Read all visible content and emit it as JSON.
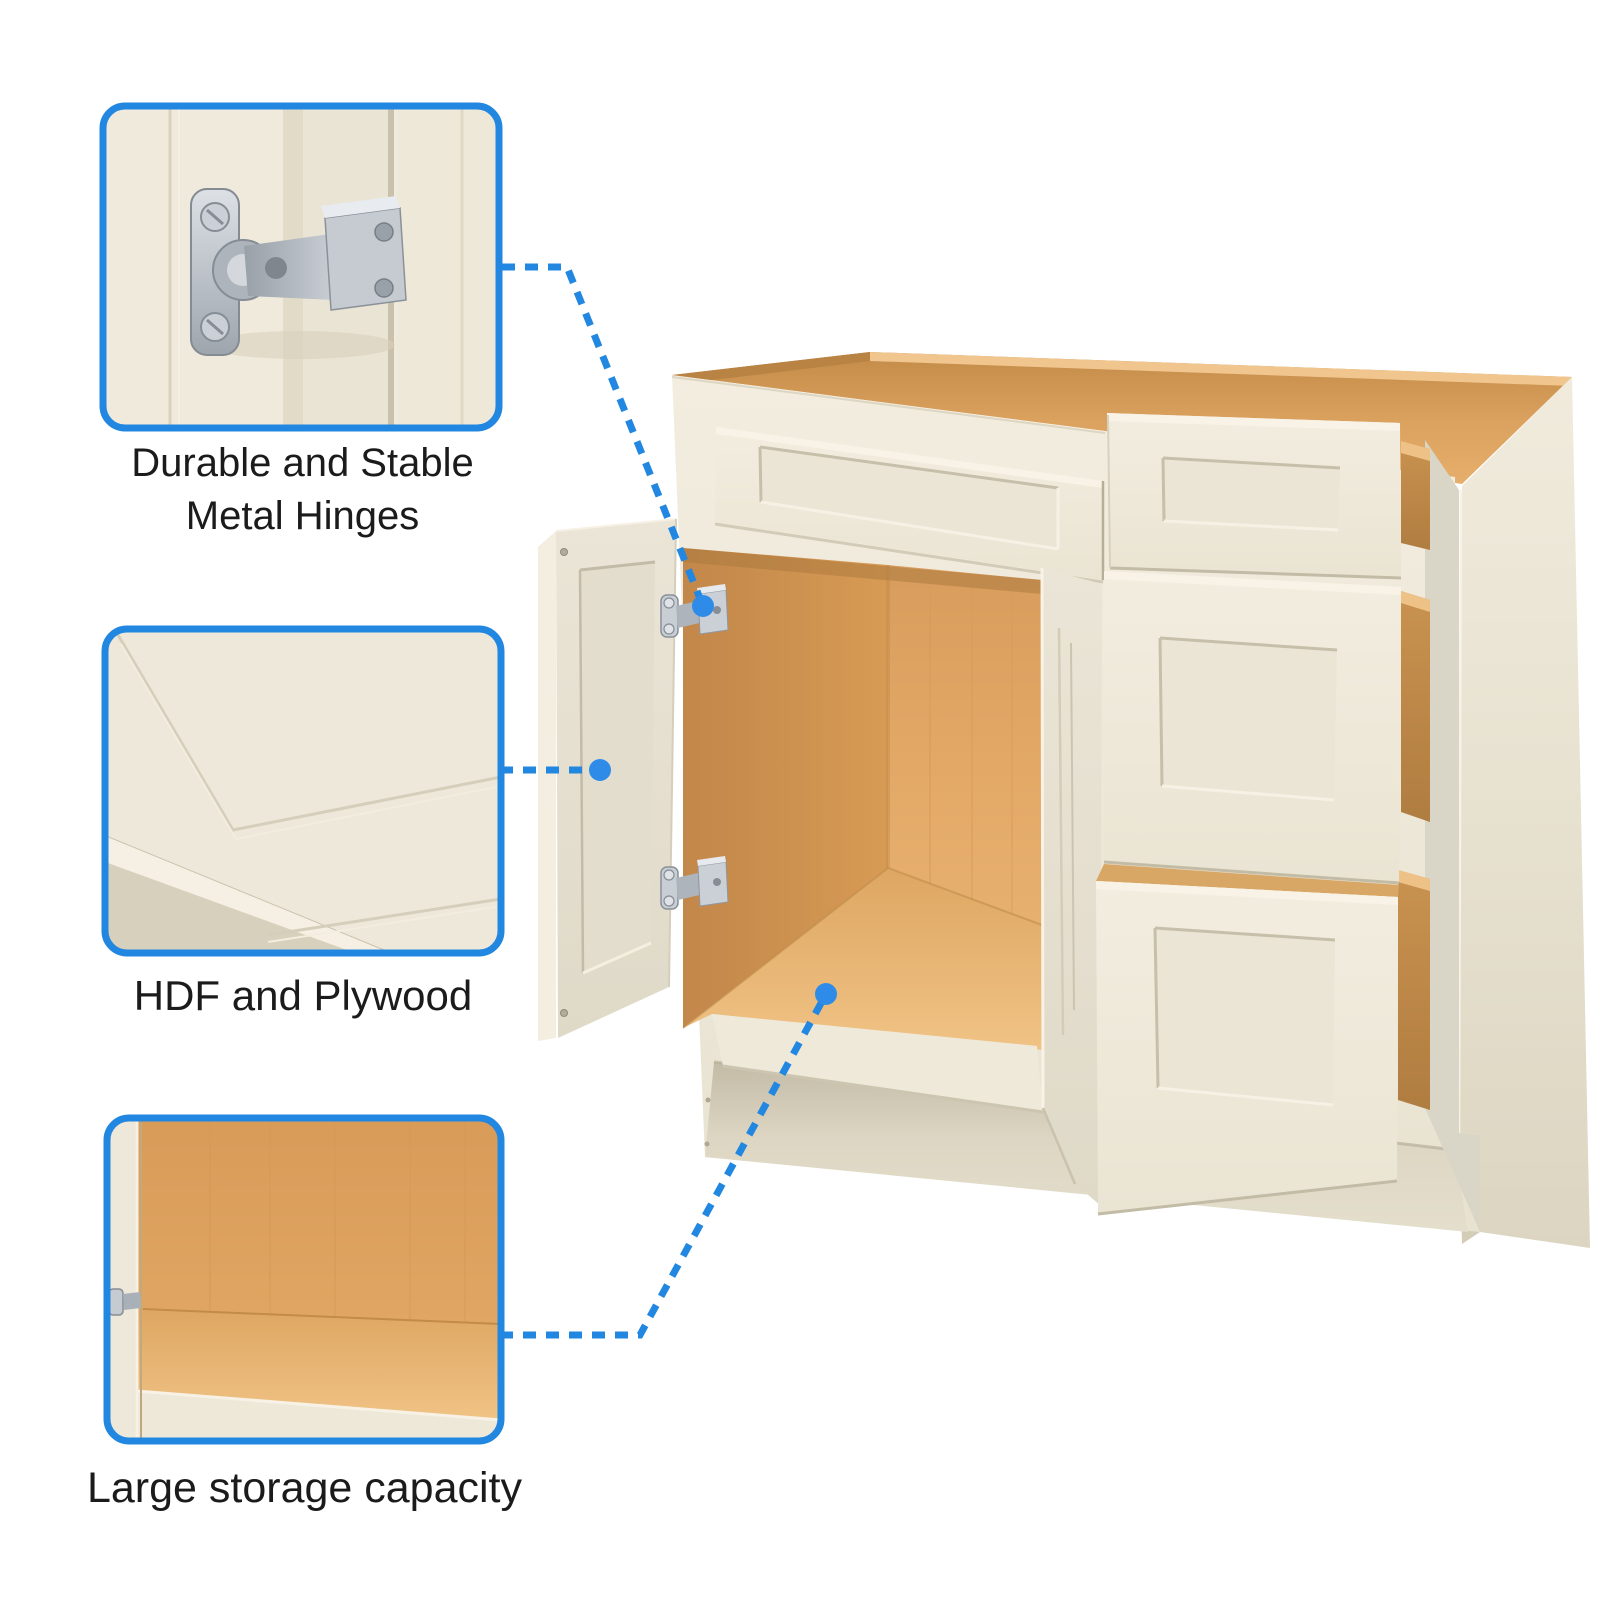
{
  "colors": {
    "accent": "#2287E0",
    "accent-dot": "#2E8CE8",
    "text": "#1B1B1B",
    "page-bg": "#FFFFFF",
    "cabinet-cream": "#EFE9DA",
    "interior-wood": "#E0A565"
  },
  "features": [
    {
      "id": "hinges",
      "lines": [
        "Durable and Stable",
        "Metal Hinges"
      ],
      "callout": "metal-hinge-closeup"
    },
    {
      "id": "material",
      "lines": [
        "HDF and Plywood"
      ],
      "callout": "panel-material-closeup"
    },
    {
      "id": "storage",
      "lines": [
        "Large storage capacity"
      ],
      "callout": "cabinet-interior-closeup"
    }
  ]
}
